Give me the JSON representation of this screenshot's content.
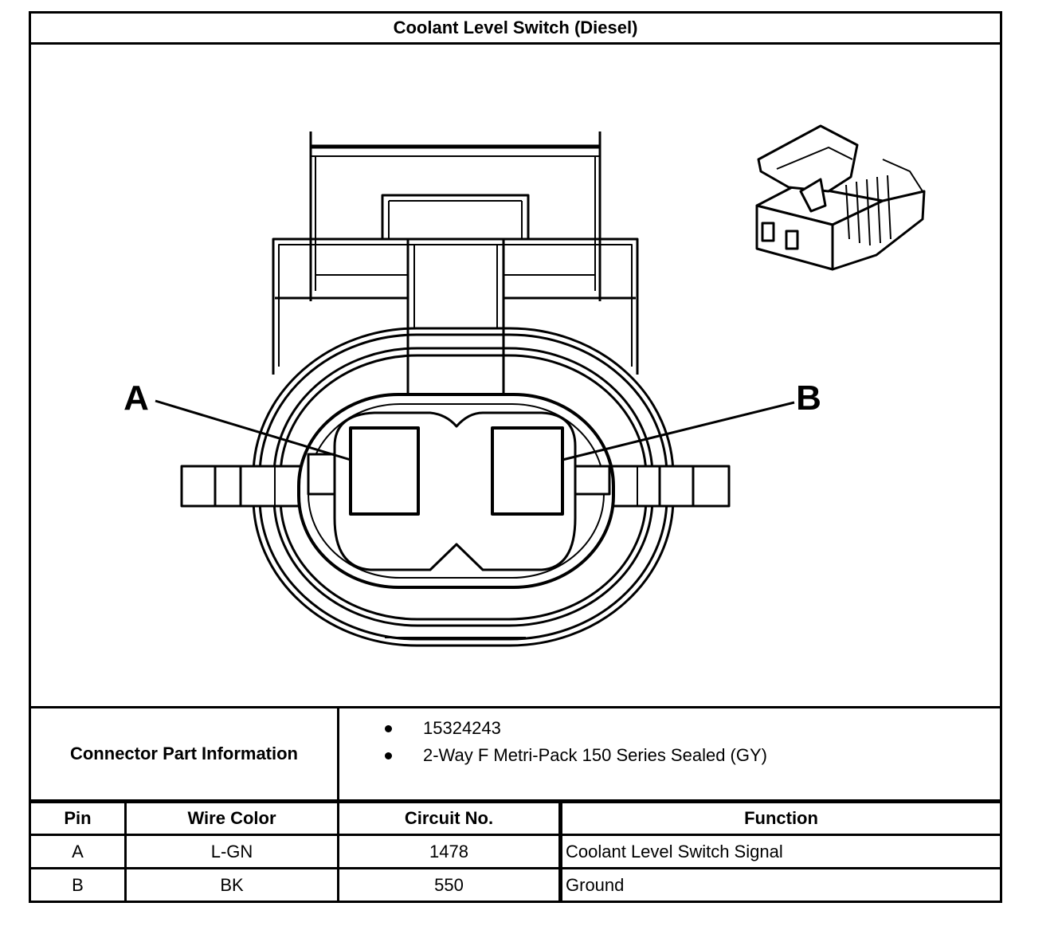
{
  "title": "Coolant Level Switch (Diesel)",
  "diagram": {
    "pin_labels": {
      "a": "A",
      "b": "B"
    },
    "icons": [
      "connector-end-view-icon",
      "connector-isometric-icon"
    ]
  },
  "part_info": {
    "label": "Connector Part Information",
    "items": [
      "15324243",
      "2-Way F Metri-Pack 150 Series Sealed (GY)"
    ]
  },
  "pin_table": {
    "headers": {
      "pin": "Pin",
      "wire_color": "Wire Color",
      "circuit": "Circuit No.",
      "function": "Function"
    },
    "rows": [
      {
        "pin": "A",
        "wire_color": "L-GN",
        "circuit": "1478",
        "function": "Coolant Level Switch Signal"
      },
      {
        "pin": "B",
        "wire_color": "BK",
        "circuit": "550",
        "function": "Ground"
      }
    ]
  }
}
